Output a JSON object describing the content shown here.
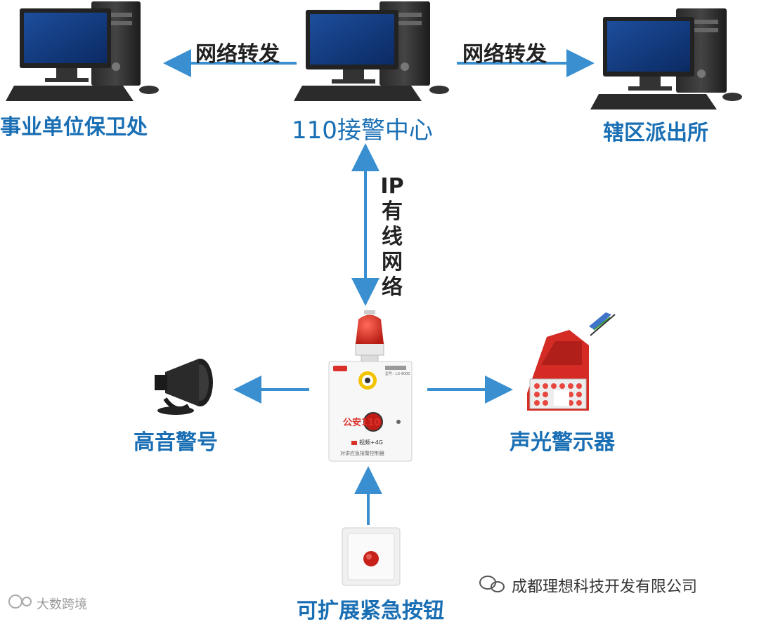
{
  "nodes": {
    "left_pc": "事业单位保卫处",
    "center_pc": "110接警中心",
    "right_pc": "辖区派出所",
    "siren": "高音警号",
    "strobe": "声光警示器",
    "button": "可扩展紧急按钮"
  },
  "edges": {
    "forward_left": "网络转发",
    "forward_right": "网络转发",
    "ip_link": [
      "IP",
      "有",
      "线",
      "网",
      "络"
    ]
  },
  "device": {
    "label_main": "公安110",
    "label_sub": "视频+4G",
    "label_small": "对讲应急报警控制器",
    "model": "型号：LX-9000"
  },
  "footer": {
    "company": "成都理想科技开发有限公司",
    "watermark": "大数跨境"
  },
  "colors": {
    "label_blue": "#1a6fb4",
    "arrow_blue": "#3a8fd0",
    "alarm_red": "#d9302a"
  }
}
